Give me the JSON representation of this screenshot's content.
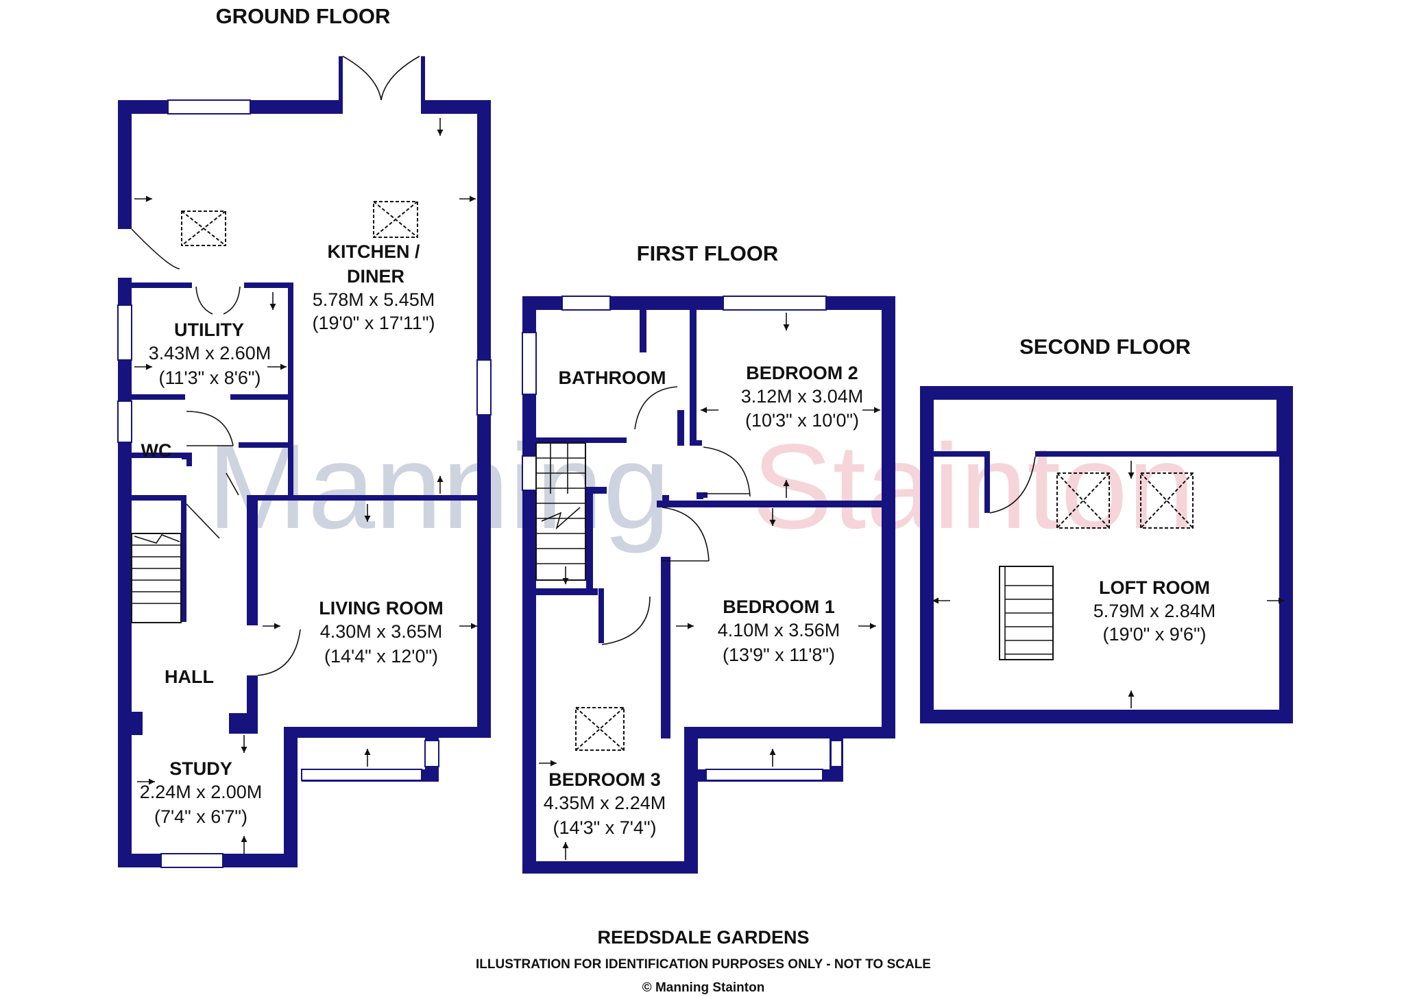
{
  "floors": {
    "ground": "GROUND FLOOR",
    "first": "FIRST FLOOR",
    "second": "SECOND FLOOR"
  },
  "rooms": {
    "kitchen": {
      "name_line1": "KITCHEN /",
      "name_line2": "DINER",
      "metric": "5.78M x 5.45M",
      "imperial": "(19'0\" x 17'11\")"
    },
    "utility": {
      "name": "UTILITY",
      "metric": "3.43M x 2.60M",
      "imperial": "(11'3\" x 8'6\")"
    },
    "wc": {
      "name": "WC"
    },
    "living": {
      "name": "LIVING ROOM",
      "metric": "4.30M x 3.65M",
      "imperial": "(14'4\" x 12'0\")"
    },
    "hall": {
      "name": "HALL"
    },
    "study": {
      "name": "STUDY",
      "metric": "2.24M x 2.00M",
      "imperial": "(7'4\" x 6'7\")"
    },
    "bathroom": {
      "name": "BATHROOM"
    },
    "bedroom2": {
      "name": "BEDROOM 2",
      "metric": "3.12M x 3.04M",
      "imperial": "(10'3\" x 10'0\")"
    },
    "bedroom1": {
      "name": "BEDROOM 1",
      "metric": "4.10M x 3.56M",
      "imperial": "(13'9\" x 11'8\")"
    },
    "bedroom3": {
      "name": "BEDROOM 3",
      "metric": "4.35M x 2.24M",
      "imperial": "(14'3\" x 7'4\")"
    },
    "loft": {
      "name": "LOFT ROOM",
      "metric": "5.79M x 2.84M",
      "imperial": "(19'0\" x 9'6\")"
    }
  },
  "watermark": {
    "part1": "Manning",
    "part2": "Stainton"
  },
  "footer": {
    "title": "REEDSDALE GARDENS",
    "disclaimer": "ILLUSTRATION FOR IDENTIFICATION PURPOSES ONLY - NOT TO SCALE",
    "copyright": "© Manning Stainton"
  },
  "colors": {
    "wall": "#17137e",
    "text": "#111111"
  }
}
